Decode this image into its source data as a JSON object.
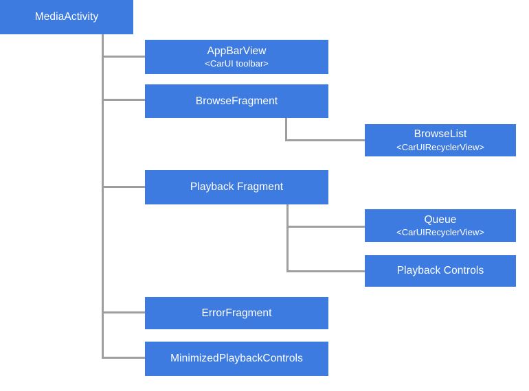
{
  "colors": {
    "background": "#ffffff",
    "box_fill": "#3d7be0",
    "box_text": "#ffffff",
    "connector": "#9e9e9e"
  },
  "nodes": [
    {
      "id": "media-activity",
      "label": "MediaActivity"
    },
    {
      "id": "app-bar-view",
      "label": "AppBarView",
      "sublabel": "<CarUI toolbar>"
    },
    {
      "id": "browse-fragment",
      "label": "BrowseFragment"
    },
    {
      "id": "browse-list",
      "label": "BrowseList",
      "sublabel": "<CarUIRecyclerView>"
    },
    {
      "id": "playback-fragment",
      "label": "Playback Fragment"
    },
    {
      "id": "queue",
      "label": "Queue",
      "sublabel": "<CarUIRecyclerView>"
    },
    {
      "id": "playback-controls",
      "label": "Playback Controls"
    },
    {
      "id": "error-fragment",
      "label": "ErrorFragment"
    },
    {
      "id": "minimized-playback-controls",
      "label": "MinimizedPlaybackControls"
    }
  ],
  "edges": [
    {
      "from": "MediaActivity",
      "to": "AppBarView"
    },
    {
      "from": "MediaActivity",
      "to": "BrowseFragment"
    },
    {
      "from": "MediaActivity",
      "to": "Playback Fragment"
    },
    {
      "from": "MediaActivity",
      "to": "ErrorFragment"
    },
    {
      "from": "MediaActivity",
      "to": "MinimizedPlaybackControls"
    },
    {
      "from": "BrowseFragment",
      "to": "BrowseList"
    },
    {
      "from": "Playback Fragment",
      "to": "Queue"
    },
    {
      "from": "Playback Fragment",
      "to": "Playback Controls"
    }
  ]
}
